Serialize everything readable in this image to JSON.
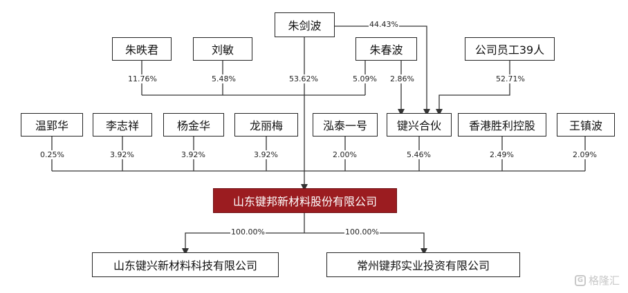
{
  "nodes": {
    "zhu_jianbo": "朱剑波",
    "zhu_yijun": "朱昳君",
    "liu_min": "刘敏",
    "zhu_chunbo": "朱春波",
    "employees": "公司员工39人",
    "wen_yinghua": "温郢华",
    "li_zhixiang": "李志祥",
    "yang_jinhua": "杨金华",
    "long_limei": "龙丽梅",
    "hongtai": "泓泰一号",
    "jianxing_partnership": "键兴合伙",
    "hk_shengli": "香港胜利控股",
    "wang_zhenbo": "王镇波",
    "company": "山东键邦新材料股份有限公司",
    "sub_keji": "山东键兴新材料科技有限公司",
    "sub_touzi": "常州键邦实业投资有限公司"
  },
  "percentages": {
    "zhu_jianbo_to_jianxing": "44.43%",
    "zhu_yijun": "11.76%",
    "liu_min": "5.48%",
    "zhu_jianbo": "53.62%",
    "zhu_chunbo_direct": "5.09%",
    "zhu_chunbo_to_jianxing": "2.86%",
    "employees_to_jianxing": "52.71%",
    "wen_yinghua": "0.25%",
    "li_zhixiang": "3.92%",
    "yang_jinhua": "3.92%",
    "long_limei": "3.92%",
    "hongtai": "2.00%",
    "jianxing_partnership": "5.46%",
    "hk_shengli": "2.49%",
    "wang_zhenbo": "2.09%",
    "sub_keji": "100.00%",
    "sub_touzi": "100.00%"
  },
  "watermark": "格隆汇",
  "colors": {
    "main_fill": "#9b1c20",
    "line": "#333333"
  }
}
